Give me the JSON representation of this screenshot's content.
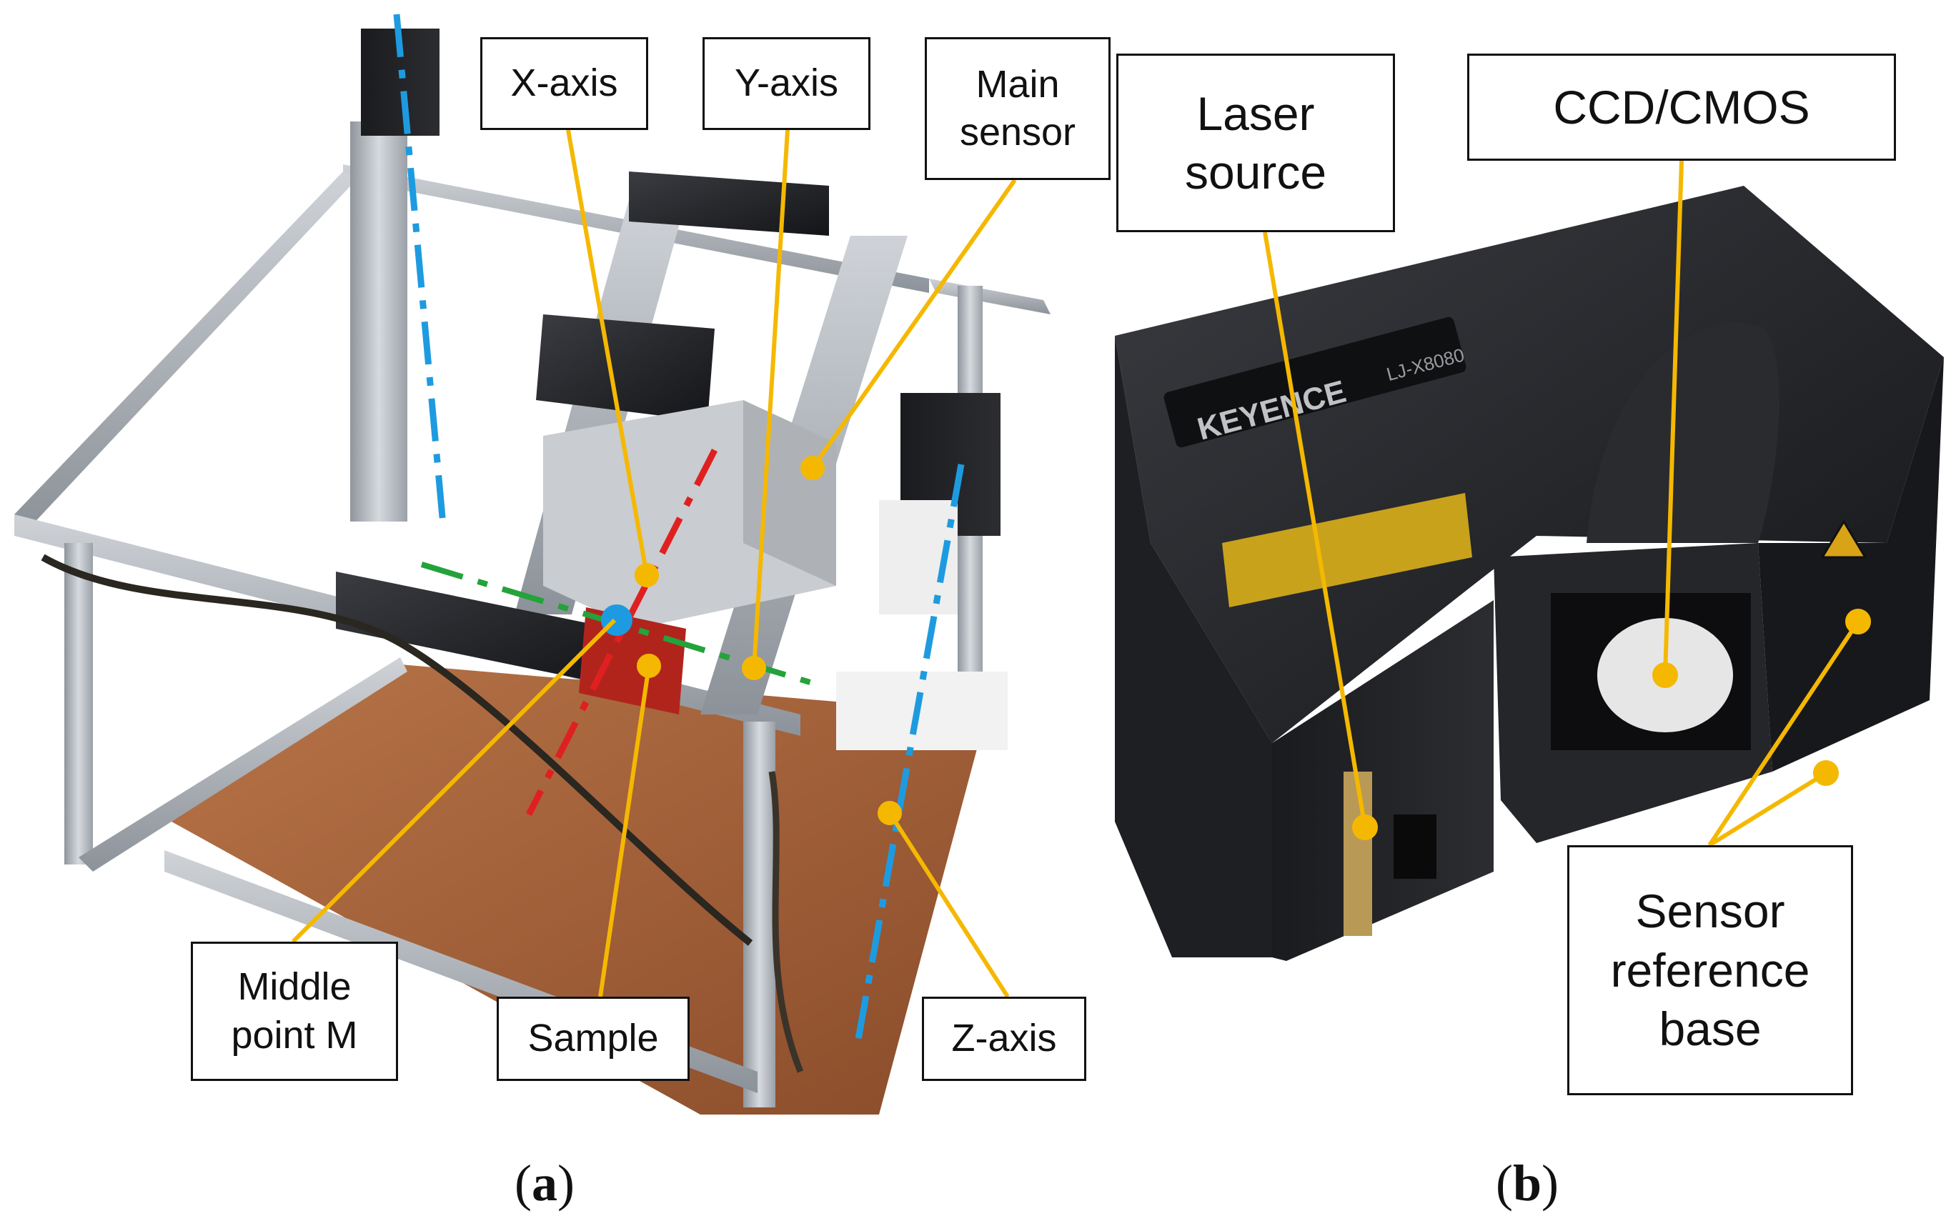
{
  "panel_a": {
    "labels": {
      "x_axis": "X-axis",
      "y_axis": "Y-axis",
      "main_sensor_line1": "Main",
      "main_sensor_line2": "sensor",
      "middle_point_line1": "Middle",
      "middle_point_line2": "point M",
      "sample": "Sample",
      "z_axis": "Z-axis"
    },
    "caption": {
      "open": "(",
      "letter": "a",
      "close": ")"
    }
  },
  "panel_b": {
    "labels": {
      "laser_line1": "Laser",
      "laser_line2": "source",
      "ccd": "CCD/CMOS",
      "ref_line1": "Sensor",
      "ref_line2": "reference",
      "ref_line3": "base"
    },
    "device_brand": "KEYENCE",
    "device_model": "LJ-X8080",
    "caption": {
      "open": "(",
      "letter": "b",
      "close": ")"
    }
  },
  "colors": {
    "pointer": "#F5B800",
    "z_line": "#1E9BE0",
    "x_line": "#E02020",
    "y_line": "#23A33A",
    "frame": "#B9BEC4",
    "floor": "#A0603A",
    "sensor_body": "#1C1D20"
  }
}
